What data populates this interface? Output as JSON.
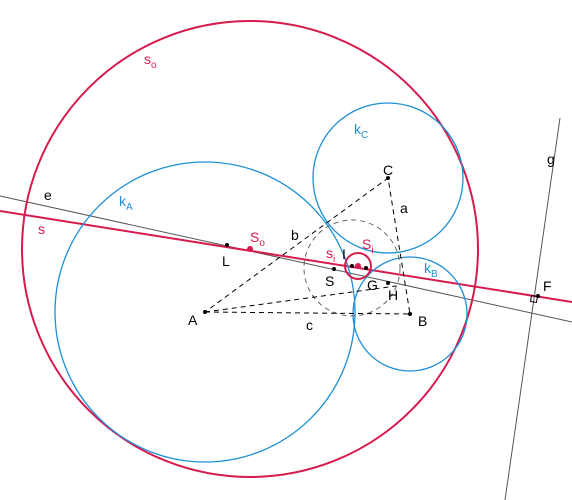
{
  "colors": {
    "black": "#000000",
    "dark_gray": "#555555",
    "red": "#d61c4e",
    "blue": "#1e90d6",
    "gray_dash": "#666666"
  },
  "labels": {
    "s_o_main": "s",
    "s_o_sub": "o",
    "s_line": "s",
    "e_line": "e",
    "g_line": "g",
    "k_A_main": "k",
    "k_A_sub": "A",
    "k_B_main": "k",
    "k_B_sub": "B",
    "k_C_main": "k",
    "k_C_sub": "C",
    "s_i_main": "s",
    "s_i_sub": "i",
    "S_o_main": "S",
    "S_o_sub": "o",
    "S_i_main": "S",
    "S_i_sub": "i",
    "A": "A",
    "B": "B",
    "C": "C",
    "a": "a",
    "b": "b",
    "c": "c",
    "L": "L",
    "S": "S",
    "I": "I",
    "G": "G",
    "H": "H",
    "F": "F"
  }
}
